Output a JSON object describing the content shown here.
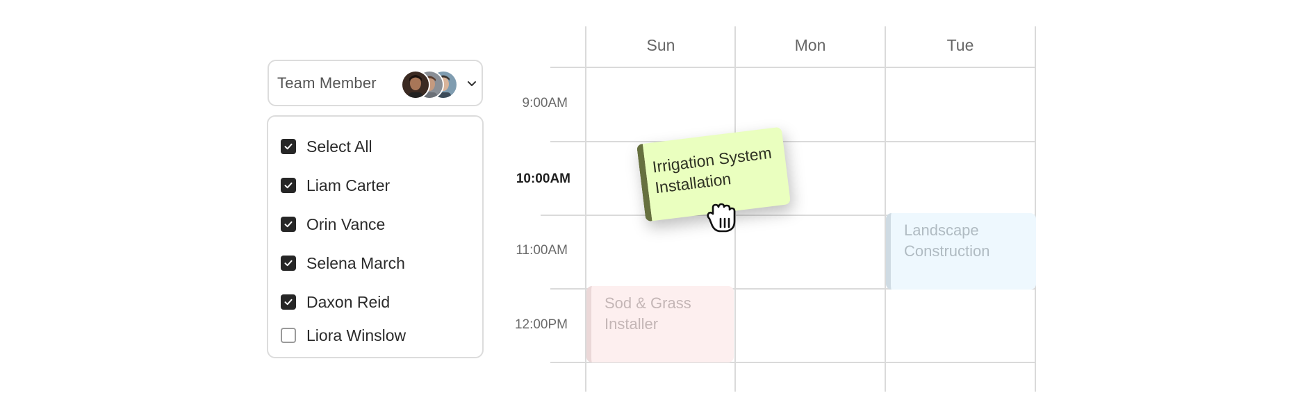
{
  "team_selector": {
    "label": "Team Member",
    "avatars": [
      "avatar-1",
      "avatar-2",
      "avatar-3"
    ],
    "dropdown_icon": "chevron-down-icon"
  },
  "members": [
    {
      "label": "Select All",
      "checked": true
    },
    {
      "label": "Liam Carter",
      "checked": true
    },
    {
      "label": "Orin Vance",
      "checked": true
    },
    {
      "label": "Selena March",
      "checked": true
    },
    {
      "label": "Daxon Reid",
      "checked": true
    },
    {
      "label": "Liora Winslow",
      "checked": false
    }
  ],
  "calendar": {
    "days": [
      "Sun",
      "Mon",
      "Tue"
    ],
    "times": [
      "9:00AM",
      "10:00AM",
      "11:00AM",
      "12:00PM"
    ],
    "highlighted_time": "10:00AM",
    "events": {
      "irrigation": {
        "line1": "Irrigation System",
        "line2": "Installation",
        "color": "#eaffbf"
      },
      "landscape": {
        "line1": "Landscape",
        "line2": "Construction",
        "color": "#eef8fe"
      },
      "sod": {
        "line1": "Sod & Grass",
        "line2": "Installer",
        "color": "#fdefef"
      }
    }
  },
  "cursor": "grab-hand-icon"
}
